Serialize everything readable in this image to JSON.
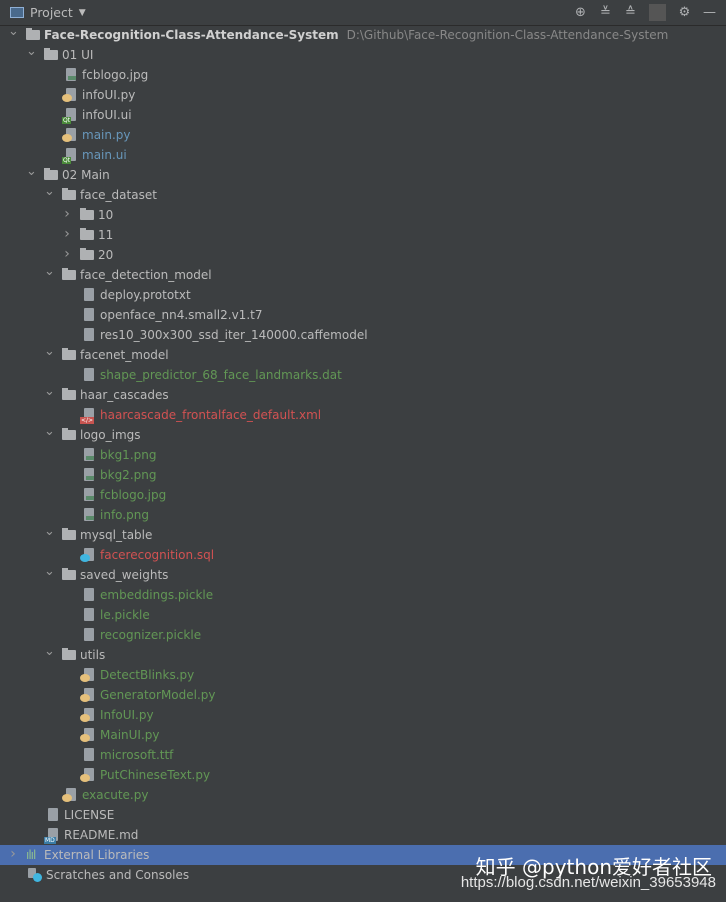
{
  "header": {
    "title": "Project",
    "tools": [
      "locate-icon",
      "expand-all-icon",
      "collapse-all-icon",
      "gear-icon",
      "minimize-icon"
    ]
  },
  "colors": {
    "bg": "#3c3f41",
    "text": "#bbbbbb",
    "green": "#629755",
    "red": "#d25252",
    "blue": "#6897bb",
    "selection": "#4b6eaf"
  },
  "tree": [
    {
      "d": 0,
      "t": "folder",
      "open": true,
      "name": "Face-Recognition-Class-Attendance-System",
      "path": "D:\\Github\\Face-Recognition-Class-Attendance-System",
      "bold": true
    },
    {
      "d": 1,
      "t": "folder",
      "open": true,
      "name": "01 UI"
    },
    {
      "d": 2,
      "t": "img",
      "name": "fcblogo.jpg"
    },
    {
      "d": 2,
      "t": "py",
      "name": "infoUI.py"
    },
    {
      "d": 2,
      "t": "qt",
      "name": "infoUI.ui"
    },
    {
      "d": 2,
      "t": "py",
      "name": "main.py",
      "c": "blue"
    },
    {
      "d": 2,
      "t": "qt",
      "name": "main.ui",
      "c": "blue"
    },
    {
      "d": 1,
      "t": "folder",
      "open": true,
      "name": "02 Main"
    },
    {
      "d": 2,
      "t": "folder",
      "open": true,
      "name": "face_dataset"
    },
    {
      "d": 3,
      "t": "folder",
      "open": false,
      "name": "10"
    },
    {
      "d": 3,
      "t": "folder",
      "open": false,
      "name": "11"
    },
    {
      "d": 3,
      "t": "folder",
      "open": false,
      "name": "20"
    },
    {
      "d": 2,
      "t": "folder",
      "open": true,
      "name": "face_detection_model"
    },
    {
      "d": 3,
      "t": "txt",
      "name": "deploy.prototxt"
    },
    {
      "d": 3,
      "t": "unk",
      "name": "openface_nn4.small2.v1.t7"
    },
    {
      "d": 3,
      "t": "unk",
      "name": "res10_300x300_ssd_iter_140000.caffemodel"
    },
    {
      "d": 2,
      "t": "folder",
      "open": true,
      "name": "facenet_model"
    },
    {
      "d": 3,
      "t": "unk",
      "name": "shape_predictor_68_face_landmarks.dat",
      "c": "green"
    },
    {
      "d": 2,
      "t": "folder",
      "open": true,
      "name": "haar_cascades"
    },
    {
      "d": 3,
      "t": "xml",
      "name": "haarcascade_frontalface_default.xml",
      "c": "red"
    },
    {
      "d": 2,
      "t": "folder",
      "open": true,
      "name": "logo_imgs"
    },
    {
      "d": 3,
      "t": "img",
      "name": "bkg1.png",
      "c": "green"
    },
    {
      "d": 3,
      "t": "img",
      "name": "bkg2.png",
      "c": "green"
    },
    {
      "d": 3,
      "t": "img",
      "name": "fcblogo.jpg",
      "c": "green"
    },
    {
      "d": 3,
      "t": "img",
      "name": "info.png",
      "c": "green"
    },
    {
      "d": 2,
      "t": "folder",
      "open": true,
      "name": "mysql_table"
    },
    {
      "d": 3,
      "t": "sql",
      "name": "facerecognition.sql",
      "c": "red"
    },
    {
      "d": 2,
      "t": "folder",
      "open": true,
      "name": "saved_weights"
    },
    {
      "d": 3,
      "t": "unk",
      "name": "embeddings.pickle",
      "c": "green"
    },
    {
      "d": 3,
      "t": "unk",
      "name": "le.pickle",
      "c": "green"
    },
    {
      "d": 3,
      "t": "unk",
      "name": "recognizer.pickle",
      "c": "green"
    },
    {
      "d": 2,
      "t": "folder",
      "open": true,
      "name": "utils"
    },
    {
      "d": 3,
      "t": "py",
      "name": "DetectBlinks.py",
      "c": "green"
    },
    {
      "d": 3,
      "t": "py",
      "name": "GeneratorModel.py",
      "c": "green"
    },
    {
      "d": 3,
      "t": "py",
      "name": "InfoUI.py",
      "c": "green"
    },
    {
      "d": 3,
      "t": "py",
      "name": "MainUI.py",
      "c": "green"
    },
    {
      "d": 3,
      "t": "unk",
      "name": "microsoft.ttf",
      "c": "green"
    },
    {
      "d": 3,
      "t": "py",
      "name": "PutChineseText.py",
      "c": "green"
    },
    {
      "d": 2,
      "t": "py",
      "name": "exacute.py",
      "c": "green"
    },
    {
      "d": 1,
      "t": "txt",
      "name": "LICENSE"
    },
    {
      "d": 1,
      "t": "md",
      "name": "README.md"
    },
    {
      "d": 0,
      "t": "lib",
      "open": false,
      "name": "External Libraries",
      "sel": true
    },
    {
      "d": 0,
      "t": "scratch",
      "name": "Scratches and Consoles"
    }
  ],
  "watermark": {
    "line1": "知乎 @python爱好者社区",
    "line2": "https://blog.csdn.net/weixin_39653948"
  }
}
